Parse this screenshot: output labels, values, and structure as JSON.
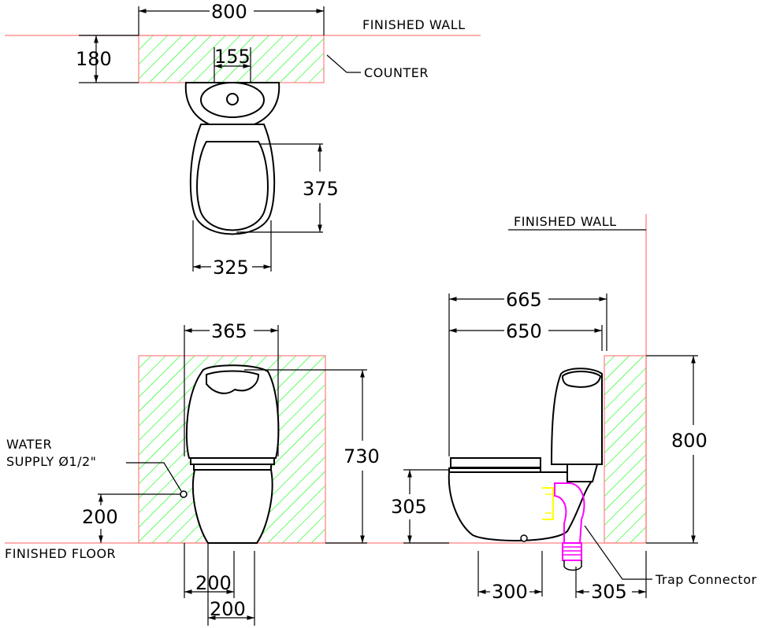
{
  "labels": {
    "finished_wall_top": "FINISHED WALL",
    "finished_wall_side": "FINISHED WALL",
    "counter": "COUNTER",
    "water_supply_line1": "WATER",
    "water_supply_line2": "SUPPLY Ø1/2\"",
    "finished_floor": "FINISHED FLOOR",
    "trap_connector": "Trap Connector"
  },
  "dimensions": {
    "top_width": "800",
    "counter_depth": "180",
    "basin_width": "155",
    "seat_length": "375",
    "bowl_width": "325",
    "front_tank_width": "365",
    "front_height": "730",
    "supply_height": "200",
    "bottom_offset_a": "200",
    "bottom_offset_b": "200",
    "side_overall": "665",
    "side_seat": "650",
    "side_wall_height": "800",
    "seat_height": "305",
    "base_depth": "300",
    "outlet_offset": "305"
  },
  "colors": {
    "wall_line": "#ff7f7f",
    "hatch": "#00ff00",
    "trap": "#ff00ff",
    "connector": "#ffff00"
  }
}
